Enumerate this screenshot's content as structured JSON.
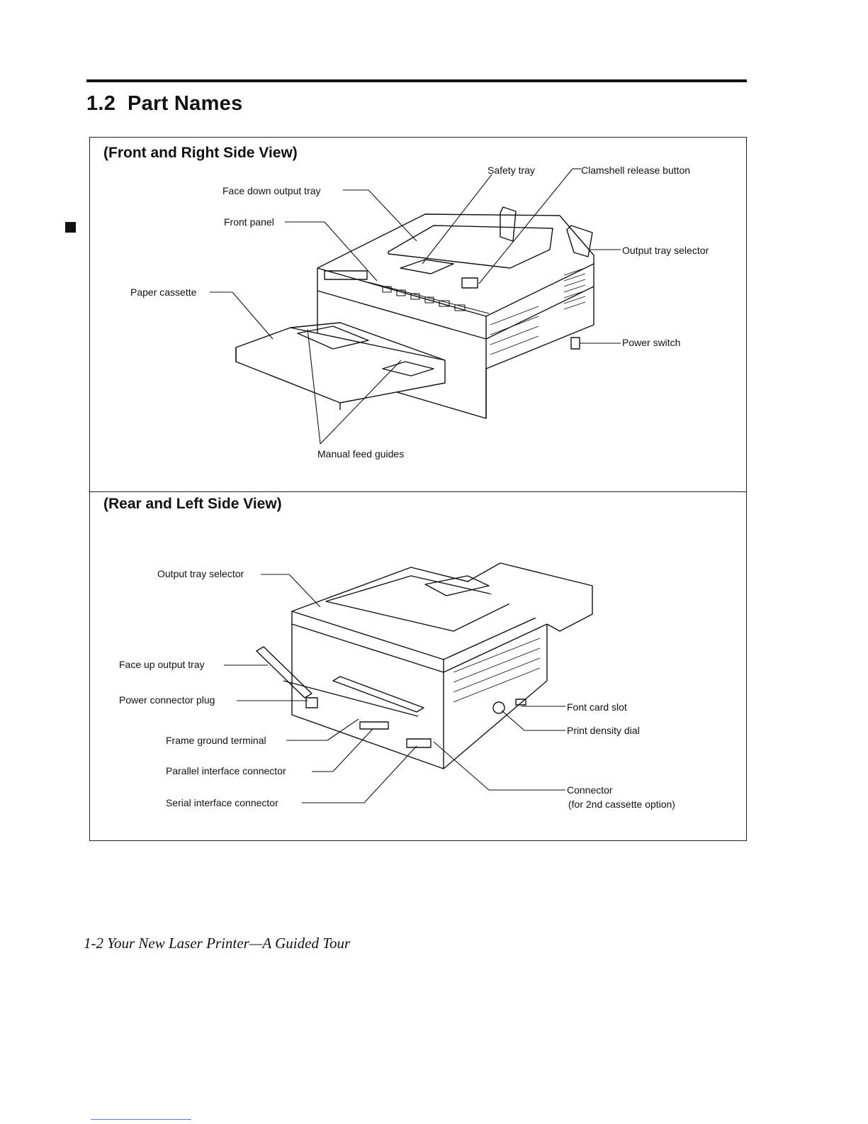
{
  "section": {
    "number": "1.2",
    "title": "Part Names"
  },
  "front_view": {
    "heading": "(Front and Right Side View)",
    "labels": {
      "safety_tray": "Safety tray",
      "clamshell_release": "Clamshell release button",
      "face_down_tray": "Face down output tray",
      "front_panel": "Front panel",
      "output_tray_selector": "Output tray selector",
      "paper_cassette": "Paper cassette",
      "power_switch": "Power switch",
      "manual_feed_guides": "Manual feed guides"
    }
  },
  "rear_view": {
    "heading": "(Rear and Left Side View)",
    "labels": {
      "output_tray_selector": "Output tray selector",
      "face_up_tray": "Face up output tray",
      "power_connector_plug": "Power connector plug",
      "frame_ground_terminal": "Frame ground terminal",
      "parallel_interface": "Parallel interface connector",
      "serial_interface": "Serial interface connector",
      "font_card_slot": "Font card slot",
      "print_density_dial": "Print density dial",
      "connector": "Connector",
      "connector_note": "(for 2nd cassette option)"
    }
  },
  "footer": {
    "text": "1-2   Your New Laser Printer—A Guided Tour"
  }
}
